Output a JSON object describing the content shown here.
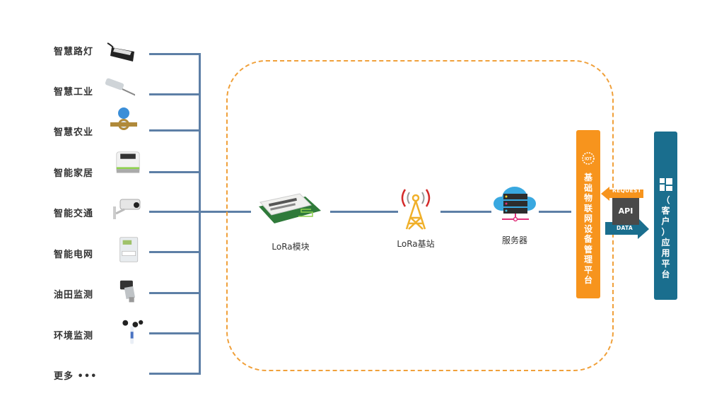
{
  "devices": [
    {
      "label": "智慧路灯",
      "icon": "street-light-controller"
    },
    {
      "label": "智慧工业",
      "icon": "industrial-sensor"
    },
    {
      "label": "智慧农业",
      "icon": "water-meter"
    },
    {
      "label": "智能家居",
      "icon": "smart-home-hub"
    },
    {
      "label": "智能交通",
      "icon": "surveillance-camera"
    },
    {
      "label": "智能电网",
      "icon": "electric-meter"
    },
    {
      "label": "油田监测",
      "icon": "pressure-transmitter"
    },
    {
      "label": "环境监测",
      "icon": "anemometer"
    },
    {
      "label": "更多 •••",
      "icon": ""
    }
  ],
  "nodes": {
    "module": "LoRa模块",
    "gateway": "LoRa基站",
    "server": "服务器"
  },
  "iot_platform": {
    "logo": "IOT",
    "label": "基础物联网设备管理平台"
  },
  "api": {
    "label": "API",
    "request": "REQUEST",
    "data": "DATA"
  },
  "app_platform": {
    "label": "（客户）应用平台"
  },
  "colors": {
    "line": "#5d7fa6",
    "dashed_border": "#f0a03a",
    "iot_platform": "#f7941d",
    "app_platform": "#1a6e8e",
    "api_box": "#4a4a4a"
  }
}
